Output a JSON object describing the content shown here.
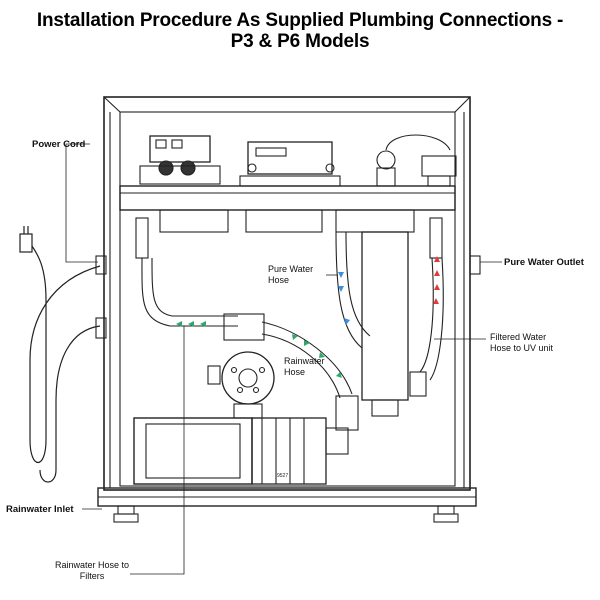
{
  "title": {
    "line1": "Installation Procedure As Supplied Plumbing Connections -",
    "line2": "P3 & P6 Models"
  },
  "labels": {
    "power_cord": "Power Cord",
    "rainwater_inlet": "Rainwater Inlet",
    "rainwater_hose_filters_line1": "Rainwater Hose to",
    "rainwater_hose_filters_line2": "Filters",
    "pure_water_hose_line1": "Pure Water",
    "pure_water_hose_line2": "Hose",
    "rainwater_hose_line1": "Rainwater",
    "rainwater_hose_line2": "Hose",
    "pure_water_outlet": "Pure Water Outlet",
    "filtered_water_line1": "Filtered Water",
    "filtered_water_line2": "Hose to UV unit",
    "pump_stamp": "9527"
  },
  "colors": {
    "rainwater_arrow": "#2ea86a",
    "pure_water_arrow": "#3a8fe0",
    "filtered_water_arrow": "#e03a3a"
  }
}
